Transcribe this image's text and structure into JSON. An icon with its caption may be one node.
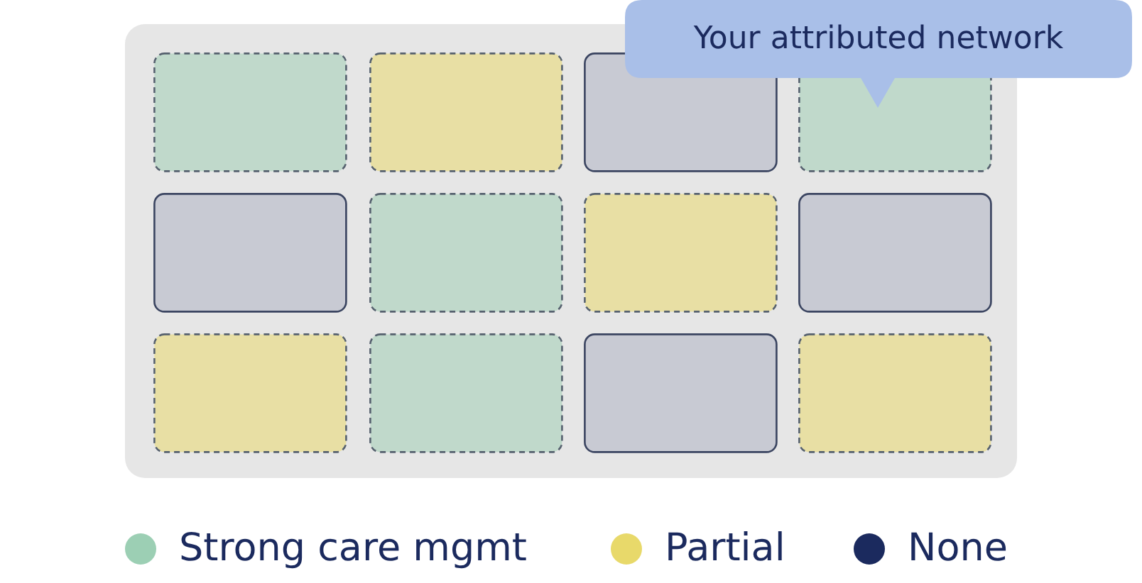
{
  "diagram": {
    "nodes": [
      {
        "text": [
          "Your attributed network"
        ]
      }
    ],
    "legend": [
      {
        "text": "Strong care mgmt",
        "color": "#9ccfb4"
      },
      {
        "text": "Partial",
        "color": "#e8d96a"
      },
      {
        "text": "None",
        "color": "#1b2a5e"
      }
    ]
  }
}
